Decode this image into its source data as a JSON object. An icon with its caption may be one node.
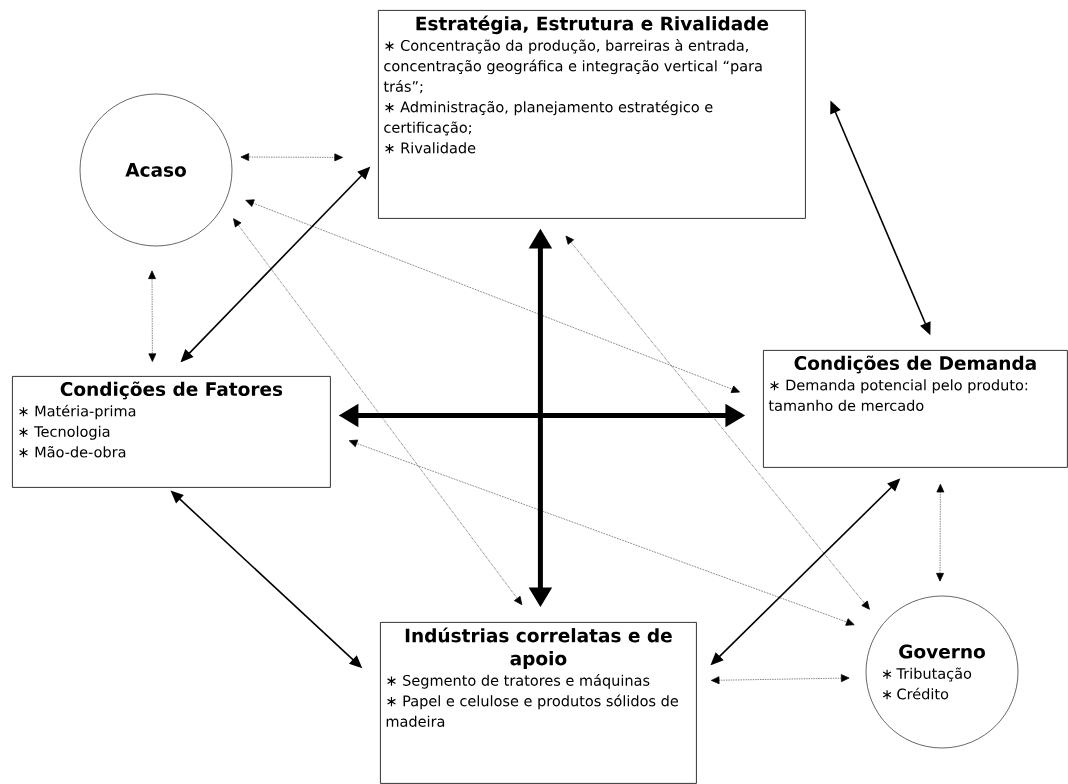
{
  "diagram": {
    "nodes": [
      {
        "text": [
          "Estratégia, Estrutura e Rivalidade",
          "∗ Concentração da produção, barreiras à entrada, concentração geográfica e integração vertical “para trás”;",
          "∗ Administração, planejamento estratégico e certificação;",
          "∗ Rivalidade"
        ]
      },
      {
        "text": [
          "Acaso"
        ]
      },
      {
        "text": [
          "Condições de Fatores",
          "∗ Matéria-prima",
          "∗ Tecnologia",
          "∗ Mão-de-obra"
        ]
      },
      {
        "text": [
          "Condições de Demanda",
          "∗ Demanda potencial pelo produto: tamanho de mercado"
        ]
      },
      {
        "text": [
          "Indústrias correlatas e de apoio",
          "∗ Segmento de tratores e máquinas",
          "∗ Papel e celulose e produtos sólidos de madeira"
        ]
      },
      {
        "text": [
          "Governo",
          "∗ Tributação",
          "∗ Crédito"
        ]
      }
    ],
    "edges": [
      {
        "from": 1,
        "to": 0,
        "arrow": "both",
        "style": "dashed"
      },
      {
        "from": 1,
        "to": 2,
        "arrow": "both",
        "style": "dashed"
      },
      {
        "from": 2,
        "to": 0,
        "arrow": "both"
      },
      {
        "from": 0,
        "to": 3,
        "arrow": "both"
      },
      {
        "from": 1,
        "to": 3,
        "arrow": "both",
        "style": "dashed"
      },
      {
        "from": 1,
        "to": 4,
        "arrow": "both",
        "style": "dashed"
      },
      {
        "from": 0,
        "to": 5,
        "arrow": "both",
        "style": "dashed"
      },
      {
        "from": 2,
        "to": 5,
        "arrow": "both",
        "style": "dashed"
      },
      {
        "from": 2,
        "to": 4,
        "arrow": "both"
      },
      {
        "from": 3,
        "to": 4,
        "arrow": "both"
      },
      {
        "from": 3,
        "to": 5,
        "arrow": "both",
        "style": "dashed"
      },
      {
        "from": 4,
        "to": 5,
        "arrow": "both",
        "style": "dashed"
      },
      {
        "from": 0,
        "to": 4,
        "arrow": "both",
        "style": "thick"
      },
      {
        "from": 2,
        "to": 3,
        "arrow": "both",
        "style": "thick"
      }
    ]
  }
}
